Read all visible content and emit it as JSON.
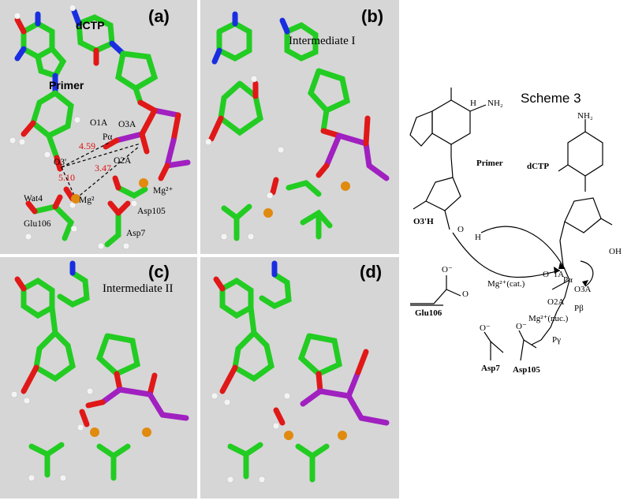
{
  "panels": [
    {
      "id": "a",
      "label": "(a)",
      "title": ""
    },
    {
      "id": "b",
      "label": "(b)",
      "title": "Intermediate I"
    },
    {
      "id": "c",
      "label": "(c)",
      "title": "Intermediate II"
    },
    {
      "id": "d",
      "label": "(d)",
      "title": ""
    }
  ],
  "panel_a_labels": {
    "dctp": "dCTP",
    "primer": "Primer",
    "o1a": "O1A",
    "o3a": "O3A",
    "pa": "Pα",
    "o3prime": "O3'",
    "o2a": "O2A",
    "wat4": "Wat4",
    "mg_cat": "Mg²",
    "mg_nuc": "Mg²⁺",
    "asp105": "Asp105",
    "glu106": "Glu106",
    "asp7": "Asp7",
    "d1": "4.59",
    "d2": "3.47",
    "d3": "5.10"
  },
  "scheme": {
    "title": "Scheme 3",
    "nh2_top": "NH₂",
    "nh2_left": "NH₂",
    "n_h": "H",
    "primer": "Primer",
    "dctp": "dCTP",
    "o3h": "O3'H",
    "o_h": "O",
    "h": "H",
    "oh": "OH",
    "o1a": "O⁻1A",
    "pa": "Pα",
    "o3a": "O3A",
    "o2a": "O2A",
    "pb": "Pβ",
    "pg": "Pγ",
    "mg_cat": "Mg²⁺(cat.)",
    "mg_nuc": "Mg²⁺(nuc.)",
    "glu106": "Glu106",
    "asp7": "Asp7",
    "asp105": "Asp105",
    "om": "O⁻",
    "o": "O"
  },
  "colors": {
    "panel_bg": "#d6d6d6",
    "carbon": "#22cc22",
    "oxygen": "#e01818",
    "nitrogen": "#1a2ee0",
    "phosphorus": "#a020c0",
    "hydrogen": "#f4f4f4",
    "magnesium": "#e08a10",
    "distance": "#e01010"
  }
}
